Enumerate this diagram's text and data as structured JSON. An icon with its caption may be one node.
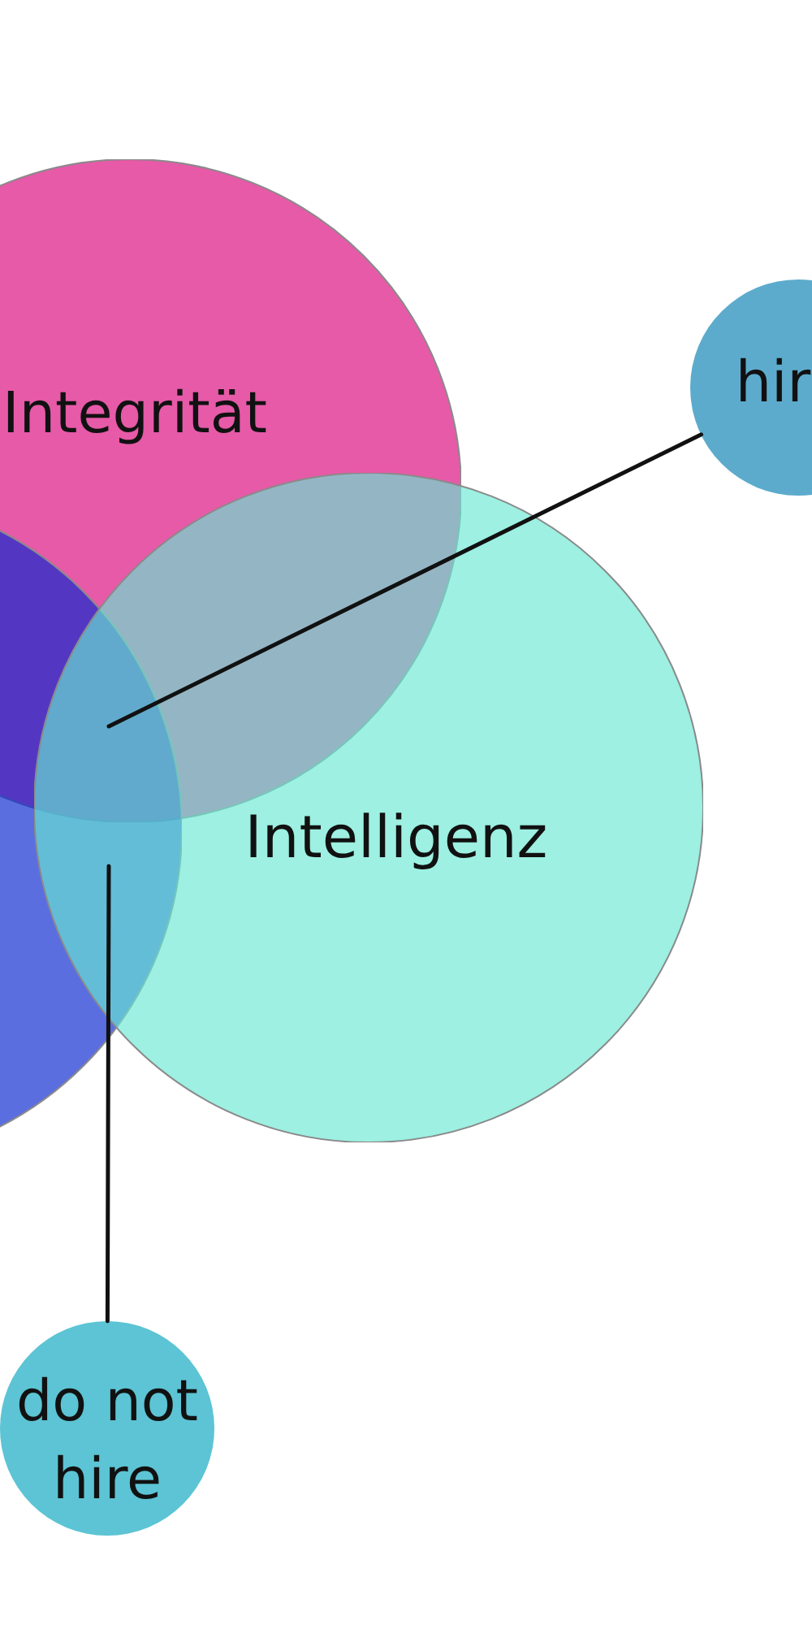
{
  "diagram": {
    "nodes": [
      {
        "text": [
          "Integrität"
        ]
      },
      {
        "text": [
          "hir"
        ]
      },
      {
        "text": [],
        "shape": "circle"
      },
      {
        "text": [
          "Intelligenz"
        ]
      },
      {
        "text": [
          "do not hire"
        ]
      }
    ],
    "edges": [
      {
        "from": 1,
        "to": 0,
        "arrow": "none"
      },
      {
        "from": 4,
        "to": 2,
        "arrow": "none"
      }
    ]
  }
}
